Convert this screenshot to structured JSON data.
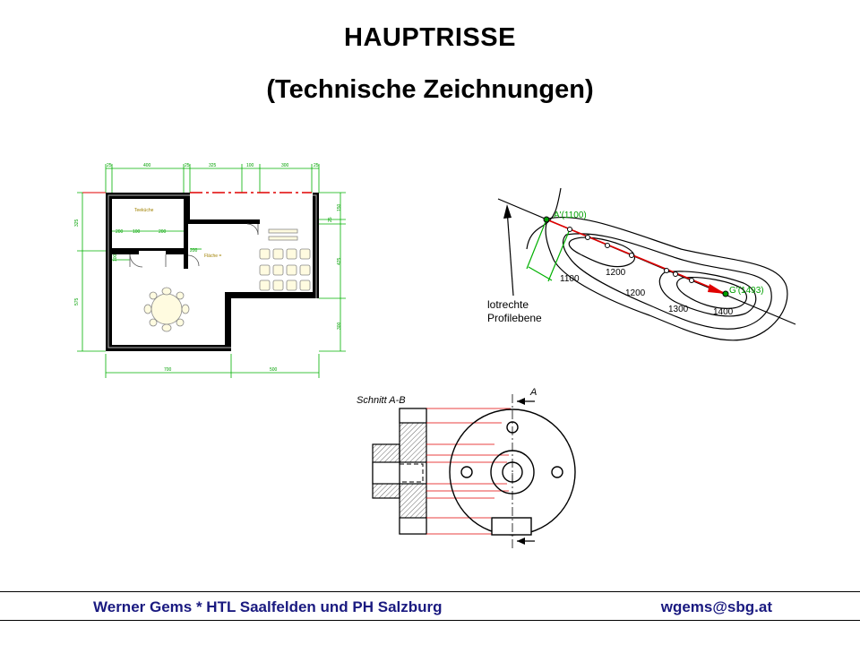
{
  "slide": {
    "title": "HAUPTRISSE",
    "subtitle": "(Technische Zeichnungen)"
  },
  "floorplan": {
    "dims_top": [
      "25",
      "400",
      "25",
      "325",
      "100",
      "300",
      "25"
    ],
    "dims_bottom": [
      "700",
      "500"
    ],
    "dims_left": [
      "325",
      "575"
    ],
    "dims_right": [
      "150",
      "25",
      "425",
      "300"
    ],
    "inner_dims": [
      "200",
      "100",
      "200",
      "100",
      "200"
    ],
    "room_labels": [
      "Teeküche",
      "Fläche ="
    ]
  },
  "profile": {
    "point_a": "A'(1100)",
    "point_g": "G'(1493)",
    "contours": [
      "1200",
      "1100",
      "1200",
      "1300",
      "1400"
    ],
    "plane_label_1": "lotrechte",
    "plane_label_2": "Profilebene"
  },
  "section": {
    "title": "Schnitt A-B",
    "marker": "A"
  },
  "footer": {
    "left": "Werner Gems * HTL Saalfelden und PH Salzburg",
    "right": "wgems@sbg.at"
  },
  "colors": {
    "title": "#000000",
    "footer_text": "#1a1a80",
    "dimension_green": "#00b000",
    "profile_red": "#e00000",
    "section_red": "#e00000"
  }
}
